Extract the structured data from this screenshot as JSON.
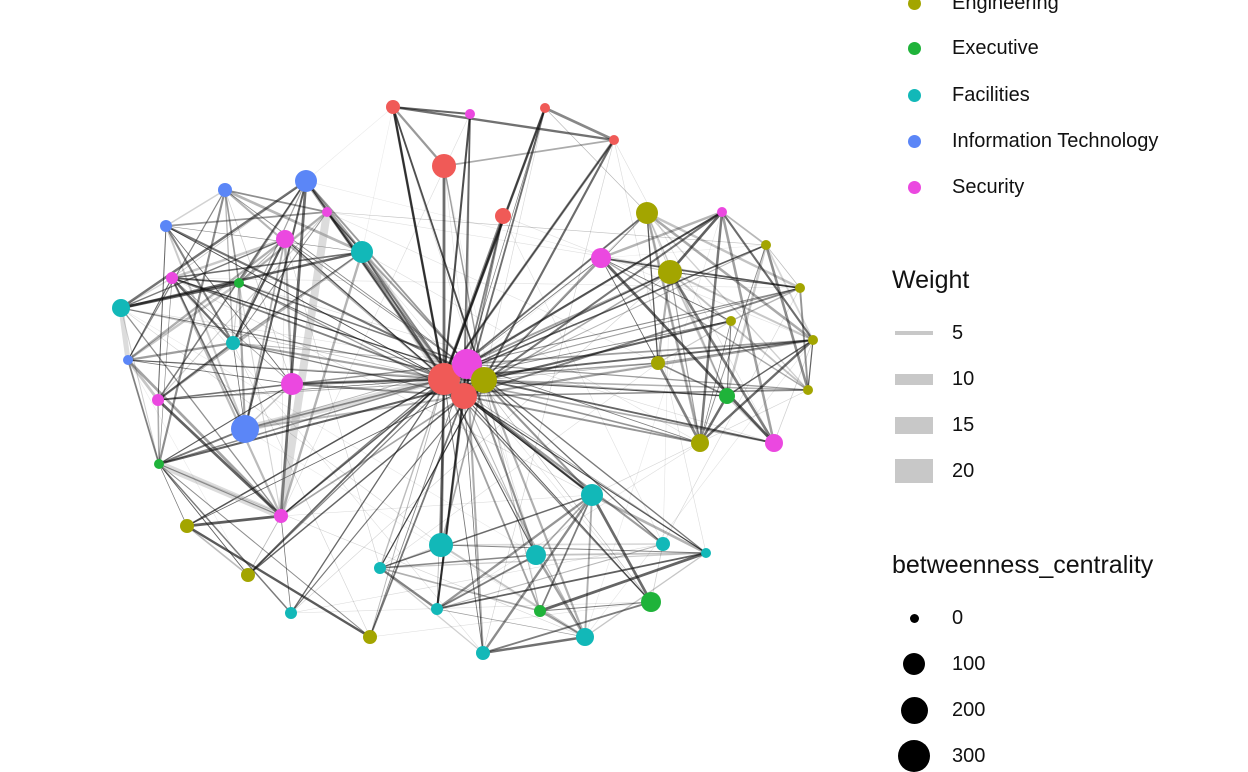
{
  "groups": [
    {
      "name": "Engineering",
      "color": "#A3A500"
    },
    {
      "name": "Executive",
      "color": "#1FB33A"
    },
    {
      "name": "Facilities",
      "color": "#12B8B8"
    },
    {
      "name": "Information Technology",
      "color": "#5B86F7"
    },
    {
      "name": "Security",
      "color": "#EB48E0"
    },
    {
      "name": "",
      "color": "#F05A57"
    }
  ],
  "legend": {
    "weight_title": "Weight",
    "weight_items": [
      "5",
      "10",
      "15",
      "20"
    ],
    "betweenness_title": "betweenness_centrality",
    "betweenness_items": [
      "0",
      "100",
      "200",
      "300"
    ]
  }
}
